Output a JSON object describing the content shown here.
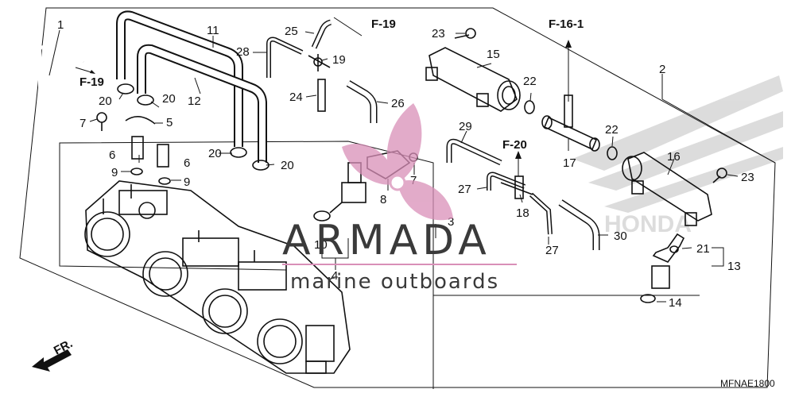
{
  "diagram": {
    "callouts": [
      {
        "id": "c1",
        "text": "1"
      },
      {
        "id": "c2",
        "text": "2"
      },
      {
        "id": "c3",
        "text": "3"
      },
      {
        "id": "c4",
        "text": "4"
      },
      {
        "id": "c5",
        "text": "5"
      },
      {
        "id": "c6a",
        "text": "6"
      },
      {
        "id": "c6b",
        "text": "6"
      },
      {
        "id": "c7a",
        "text": "7"
      },
      {
        "id": "c7b",
        "text": "7"
      },
      {
        "id": "c8",
        "text": "8"
      },
      {
        "id": "c9a",
        "text": "9"
      },
      {
        "id": "c9b",
        "text": "9"
      },
      {
        "id": "c10",
        "text": "10"
      },
      {
        "id": "c11",
        "text": "11"
      },
      {
        "id": "c12",
        "text": "12"
      },
      {
        "id": "c13",
        "text": "13"
      },
      {
        "id": "c14",
        "text": "14"
      },
      {
        "id": "c15",
        "text": "15"
      },
      {
        "id": "c16",
        "text": "16"
      },
      {
        "id": "c17",
        "text": "17"
      },
      {
        "id": "c18",
        "text": "18"
      },
      {
        "id": "c19",
        "text": "19"
      },
      {
        "id": "c20a",
        "text": "20"
      },
      {
        "id": "c20b",
        "text": "20"
      },
      {
        "id": "c20c",
        "text": "20"
      },
      {
        "id": "c20d",
        "text": "20"
      },
      {
        "id": "c21",
        "text": "21"
      },
      {
        "id": "c22a",
        "text": "22"
      },
      {
        "id": "c22b",
        "text": "22"
      },
      {
        "id": "c23a",
        "text": "23"
      },
      {
        "id": "c23b",
        "text": "23"
      },
      {
        "id": "c24",
        "text": "24"
      },
      {
        "id": "c25",
        "text": "25"
      },
      {
        "id": "c26",
        "text": "26"
      },
      {
        "id": "c27a",
        "text": "27"
      },
      {
        "id": "c27b",
        "text": "27"
      },
      {
        "id": "c28",
        "text": "28"
      },
      {
        "id": "c29",
        "text": "29"
      },
      {
        "id": "c30",
        "text": "30"
      }
    ],
    "references": {
      "f19_left": "F-19",
      "f19_top": "F-19",
      "f16_1": "F-16-1",
      "f20": "F-20"
    },
    "direction_label": "FR.",
    "diagram_code": "MFNAE1800"
  },
  "watermark": {
    "brand": "ARMADA",
    "tagline": "marine outboards",
    "emblem_color": "#d98fb8",
    "text_color": "#3a3a3a"
  }
}
